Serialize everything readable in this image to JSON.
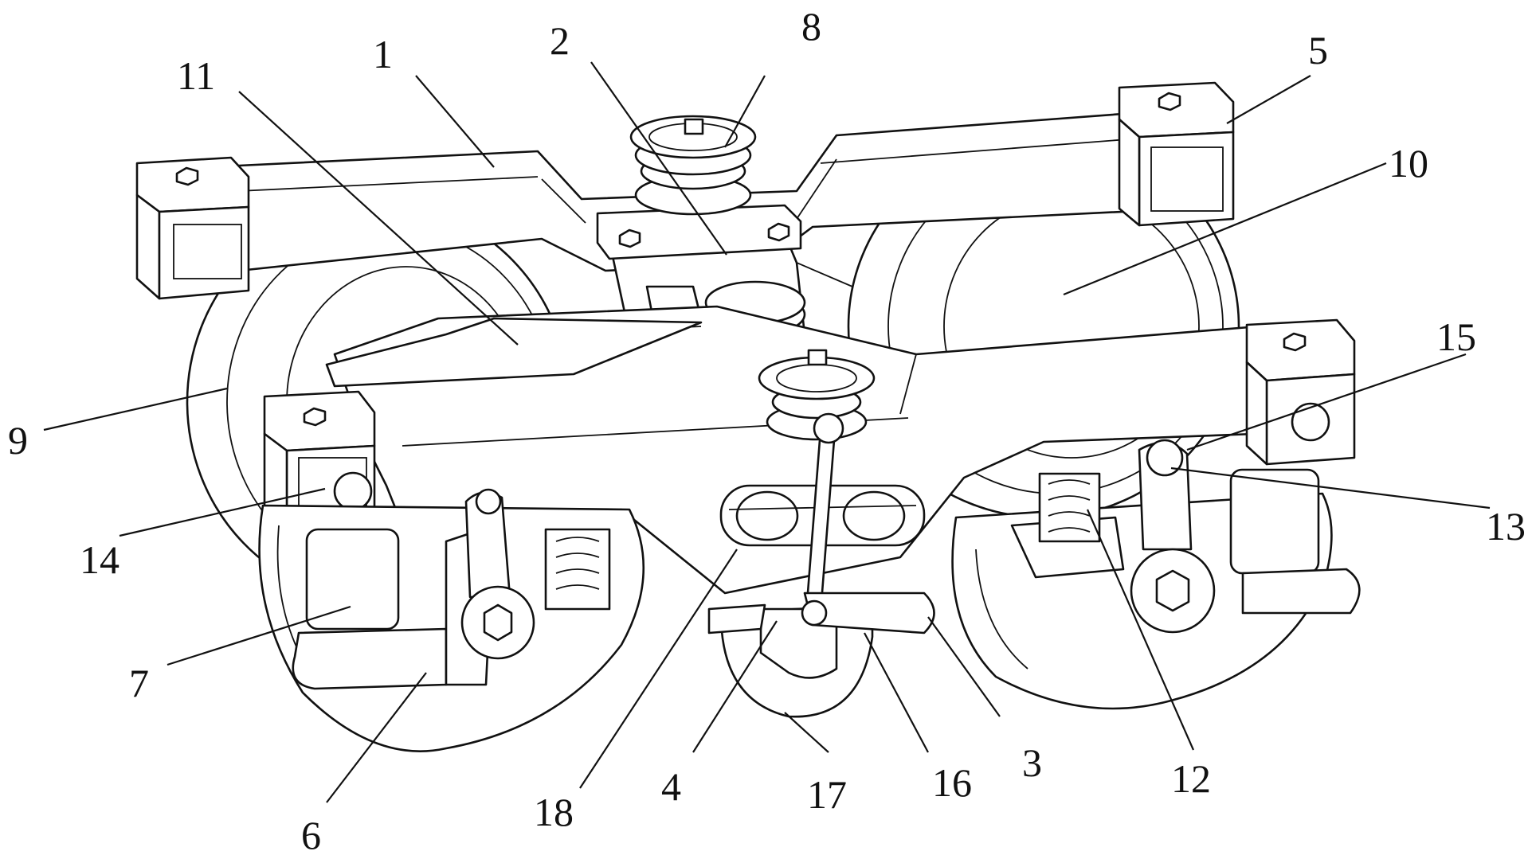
{
  "figure": {
    "callouts": [
      {
        "id": "label-1",
        "text": "1"
      },
      {
        "id": "label-2",
        "text": "2"
      },
      {
        "id": "label-3",
        "text": "3"
      },
      {
        "id": "label-4",
        "text": "4"
      },
      {
        "id": "label-5",
        "text": "5"
      },
      {
        "id": "label-6",
        "text": "6"
      },
      {
        "id": "label-7",
        "text": "7"
      },
      {
        "id": "label-8",
        "text": "8"
      },
      {
        "id": "label-9",
        "text": "9"
      },
      {
        "id": "label-10",
        "text": "10"
      },
      {
        "id": "label-11",
        "text": "11"
      },
      {
        "id": "label-12",
        "text": "12"
      },
      {
        "id": "label-13",
        "text": "13"
      },
      {
        "id": "label-14",
        "text": "14"
      },
      {
        "id": "label-15",
        "text": "15"
      },
      {
        "id": "label-16",
        "text": "16"
      },
      {
        "id": "label-17",
        "text": "17"
      },
      {
        "id": "label-18",
        "text": "18"
      }
    ]
  },
  "colors": {
    "line": "#111111",
    "fill": "#ffffff",
    "background": "#ffffff"
  }
}
